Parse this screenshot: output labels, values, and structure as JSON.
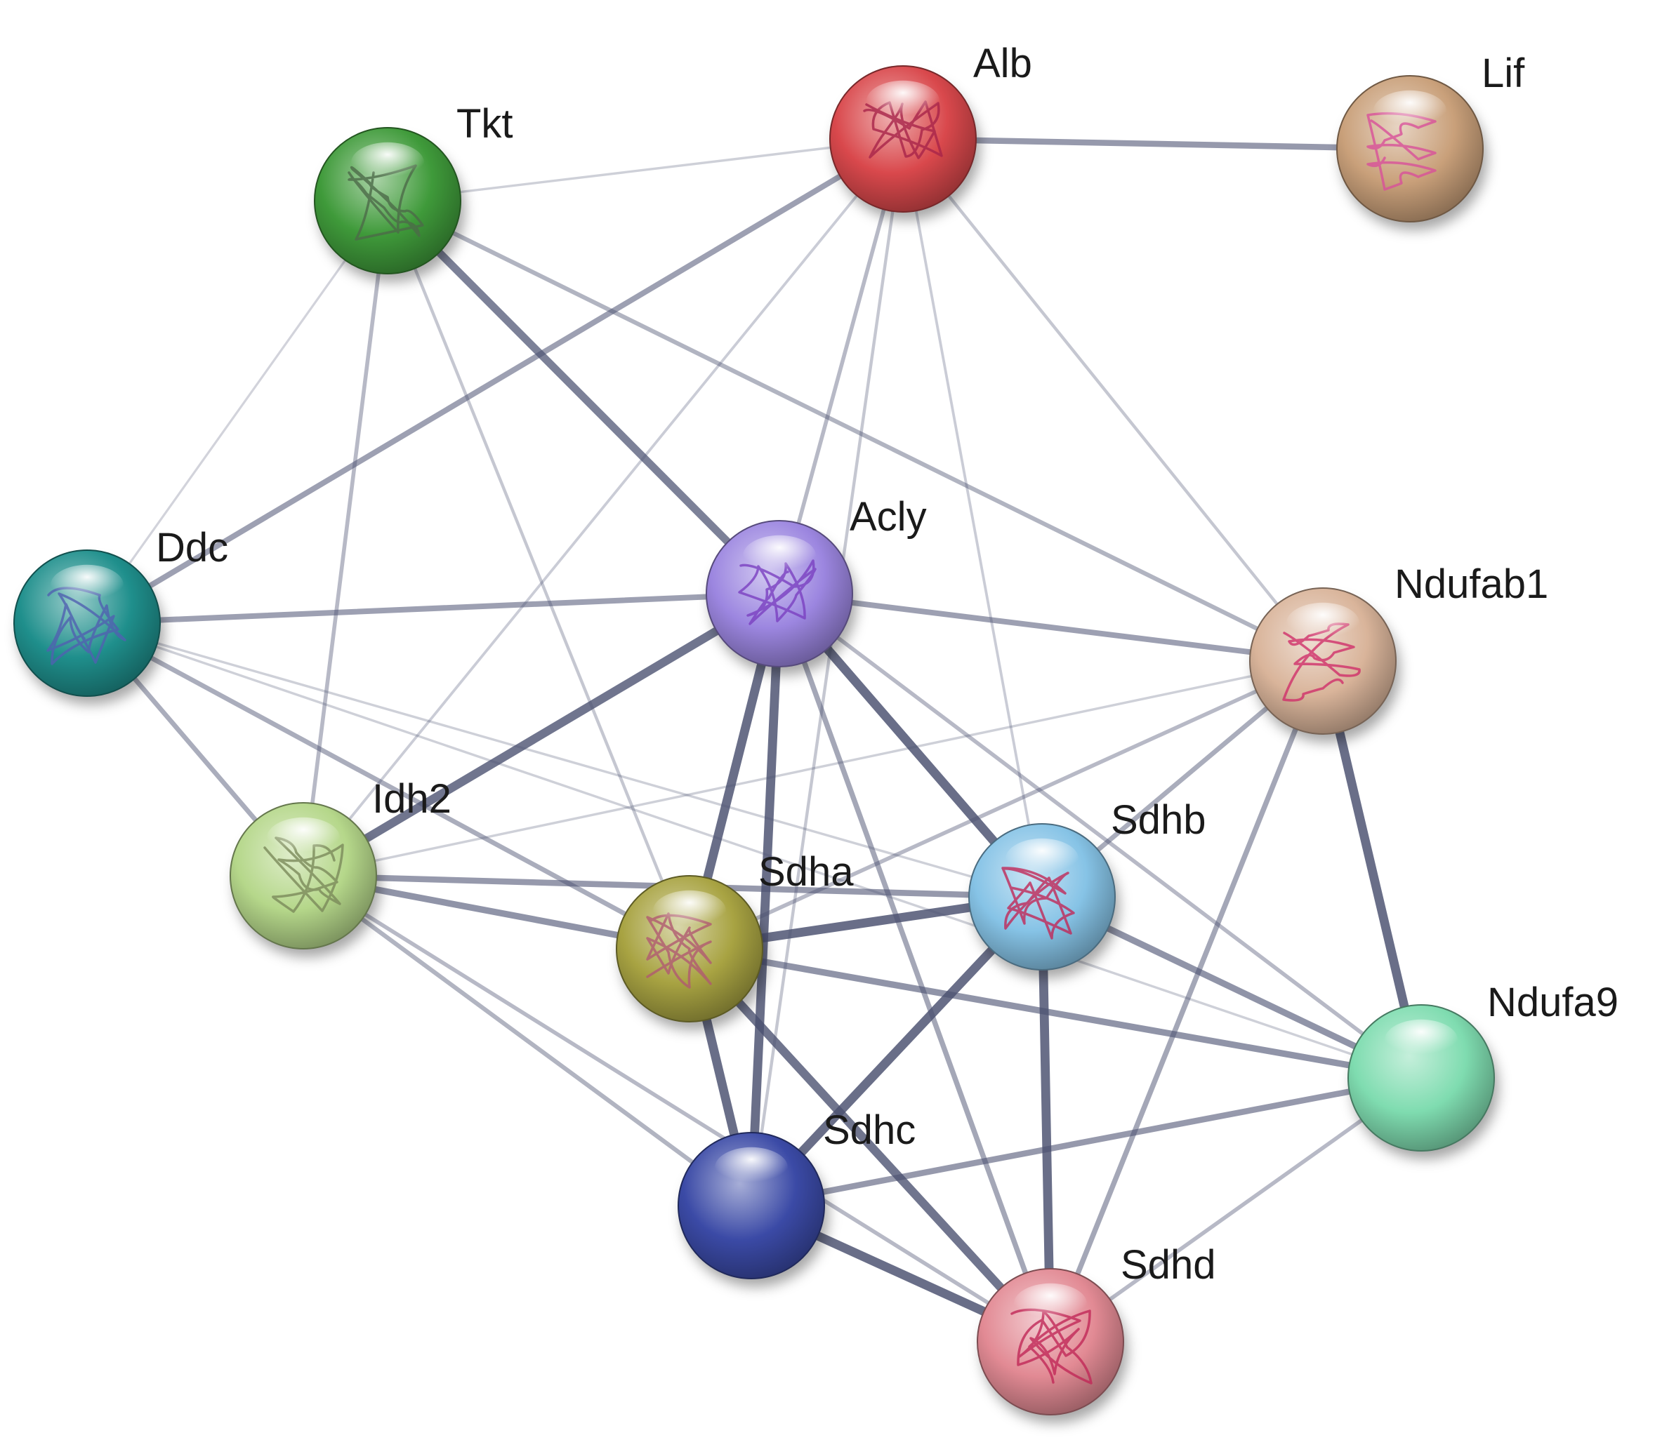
{
  "network": {
    "nodes": [
      {
        "id": "Alb",
        "label": "Alb",
        "color": "#d9484c",
        "structure_color": "#a8244a"
      },
      {
        "id": "Lif",
        "label": "Lif",
        "color": "#c9a07a",
        "structure_color": "#d8509a"
      },
      {
        "id": "Tkt",
        "label": "Tkt",
        "color": "#3f9a3a",
        "structure_color": "#4c6a48"
      },
      {
        "id": "Ddc",
        "label": "Ddc",
        "color": "#1f8f8c",
        "structure_color": "#5060b0"
      },
      {
        "id": "Acly",
        "label": "Acly",
        "color": "#9c86e0",
        "structure_color": "#7a40c0"
      },
      {
        "id": "Ndufab1",
        "label": "Ndufab1",
        "color": "#d9b49a",
        "structure_color": "#d0306a"
      },
      {
        "id": "Idh2",
        "label": "Idh2",
        "color": "#b5d78a",
        "structure_color": "#7a8a5a"
      },
      {
        "id": "Sdha",
        "label": "Sdha",
        "color": "#a8a342",
        "structure_color": "#b05a70"
      },
      {
        "id": "Sdhb",
        "label": "Sdhb",
        "color": "#86c3e6",
        "structure_color": "#c02858"
      },
      {
        "id": "Ndufa9",
        "label": "Ndufa9",
        "color": "#7fdcb0",
        "structure_color": ""
      },
      {
        "id": "Sdhc",
        "label": "Sdhc",
        "color": "#3b4aa6",
        "structure_color": ""
      },
      {
        "id": "Sdhd",
        "label": "Sdhd",
        "color": "#e28a94",
        "structure_color": "#c02858"
      }
    ],
    "edges": [
      {
        "source": "Alb",
        "target": "Lif",
        "weight": 0.55
      },
      {
        "source": "Alb",
        "target": "Tkt",
        "weight": 0.12
      },
      {
        "source": "Alb",
        "target": "Ddc",
        "weight": 0.5
      },
      {
        "source": "Alb",
        "target": "Acly",
        "weight": 0.3
      },
      {
        "source": "Alb",
        "target": "Ndufab1",
        "weight": 0.2
      },
      {
        "source": "Alb",
        "target": "Idh2",
        "weight": 0.15
      },
      {
        "source": "Alb",
        "target": "Sdhb",
        "weight": 0.15
      },
      {
        "source": "Alb",
        "target": "Sdhc",
        "weight": 0.2
      },
      {
        "source": "Tkt",
        "target": "Acly",
        "weight": 0.75
      },
      {
        "source": "Tkt",
        "target": "Ddc",
        "weight": 0.1
      },
      {
        "source": "Tkt",
        "target": "Idh2",
        "weight": 0.3
      },
      {
        "source": "Tkt",
        "target": "Sdha",
        "weight": 0.2
      },
      {
        "source": "Tkt",
        "target": "Ndufab1",
        "weight": 0.35
      },
      {
        "source": "Ddc",
        "target": "Acly",
        "weight": 0.5
      },
      {
        "source": "Ddc",
        "target": "Idh2",
        "weight": 0.4
      },
      {
        "source": "Ddc",
        "target": "Sdha",
        "weight": 0.4
      },
      {
        "source": "Ddc",
        "target": "Sdhb",
        "weight": 0.12
      },
      {
        "source": "Ddc",
        "target": "Ndufa9",
        "weight": 0.12
      },
      {
        "source": "Acly",
        "target": "Idh2",
        "weight": 0.85
      },
      {
        "source": "Acly",
        "target": "Ndufab1",
        "weight": 0.5
      },
      {
        "source": "Acly",
        "target": "Sdha",
        "weight": 0.9
      },
      {
        "source": "Acly",
        "target": "Sdhc",
        "weight": 0.9
      },
      {
        "source": "Acly",
        "target": "Sdhb",
        "weight": 0.9
      },
      {
        "source": "Acly",
        "target": "Sdhd",
        "weight": 0.45
      },
      {
        "source": "Acly",
        "target": "Ndufa9",
        "weight": 0.3
      },
      {
        "source": "Ndufab1",
        "target": "Idh2",
        "weight": 0.12
      },
      {
        "source": "Ndufab1",
        "target": "Sdhb",
        "weight": 0.4
      },
      {
        "source": "Ndufab1",
        "target": "Sdha",
        "weight": 0.3
      },
      {
        "source": "Ndufab1",
        "target": "Ndufa9",
        "weight": 0.9
      },
      {
        "source": "Ndufab1",
        "target": "Sdhd",
        "weight": 0.45
      },
      {
        "source": "Idh2",
        "target": "Sdha",
        "weight": 0.6
      },
      {
        "source": "Idh2",
        "target": "Sdhb",
        "weight": 0.55
      },
      {
        "source": "Idh2",
        "target": "Sdhc",
        "weight": 0.35
      },
      {
        "source": "Idh2",
        "target": "Sdhd",
        "weight": 0.3
      },
      {
        "source": "Sdha",
        "target": "Sdhb",
        "weight": 0.9
      },
      {
        "source": "Sdha",
        "target": "Sdhc",
        "weight": 0.9
      },
      {
        "source": "Sdha",
        "target": "Sdhd",
        "weight": 0.85
      },
      {
        "source": "Sdha",
        "target": "Ndufa9",
        "weight": 0.6
      },
      {
        "source": "Sdhb",
        "target": "Sdhc",
        "weight": 0.9
      },
      {
        "source": "Sdhb",
        "target": "Sdhd",
        "weight": 0.9
      },
      {
        "source": "Sdhb",
        "target": "Ndufa9",
        "weight": 0.6
      },
      {
        "source": "Sdhc",
        "target": "Sdhd",
        "weight": 0.9
      },
      {
        "source": "Sdhc",
        "target": "Ndufa9",
        "weight": 0.55
      },
      {
        "source": "Sdhd",
        "target": "Ndufa9",
        "weight": 0.3
      }
    ]
  }
}
